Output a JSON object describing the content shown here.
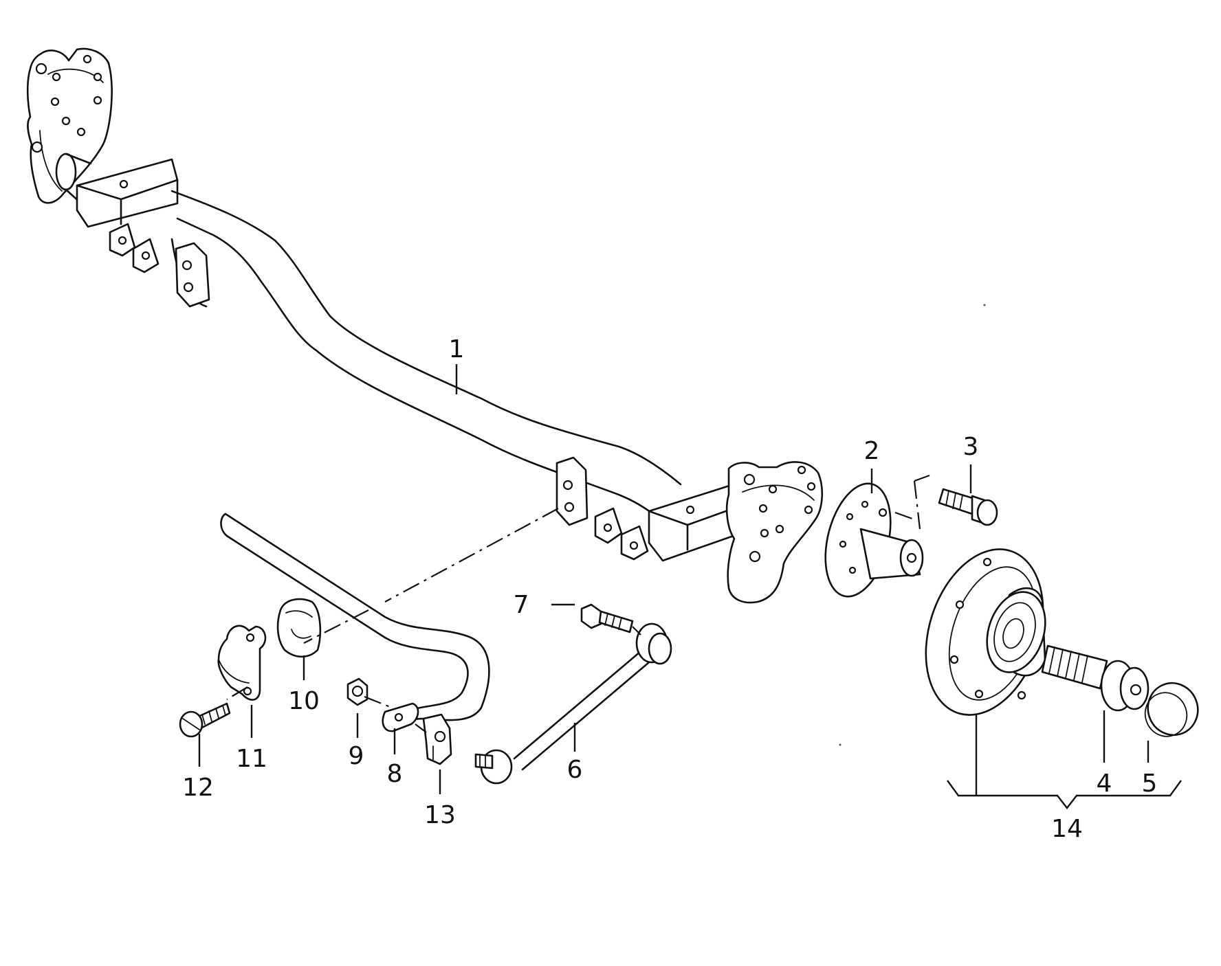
{
  "callouts": [
    "1",
    "2",
    "3",
    "4",
    "5",
    "6",
    "7",
    "8",
    "9",
    "10",
    "11",
    "12",
    "13",
    "14"
  ],
  "parts": [
    {
      "callout": "1",
      "icon": "rear-axle-beam-icon"
    },
    {
      "callout": "2",
      "icon": "wheel-stub-axle-icon"
    },
    {
      "callout": "3",
      "icon": "hex-bolt-icon"
    },
    {
      "callout": "4",
      "icon": "collar-nut-icon"
    },
    {
      "callout": "5",
      "icon": "hub-cap-icon"
    },
    {
      "callout": "6",
      "icon": "coupling-rod-icon"
    },
    {
      "callout": "7",
      "icon": "hex-bolt-icon"
    },
    {
      "callout": "8",
      "icon": "anti-roll-bar-icon"
    },
    {
      "callout": "9",
      "icon": "hex-nut-icon"
    },
    {
      "callout": "10",
      "icon": "rubber-bush-icon"
    },
    {
      "callout": "11",
      "icon": "clamp-icon"
    },
    {
      "callout": "12",
      "icon": "hex-bolt-icon"
    },
    {
      "callout": "13",
      "icon": "bracket-icon"
    },
    {
      "callout": "14",
      "icon": "wheel-hub-icon"
    }
  ]
}
